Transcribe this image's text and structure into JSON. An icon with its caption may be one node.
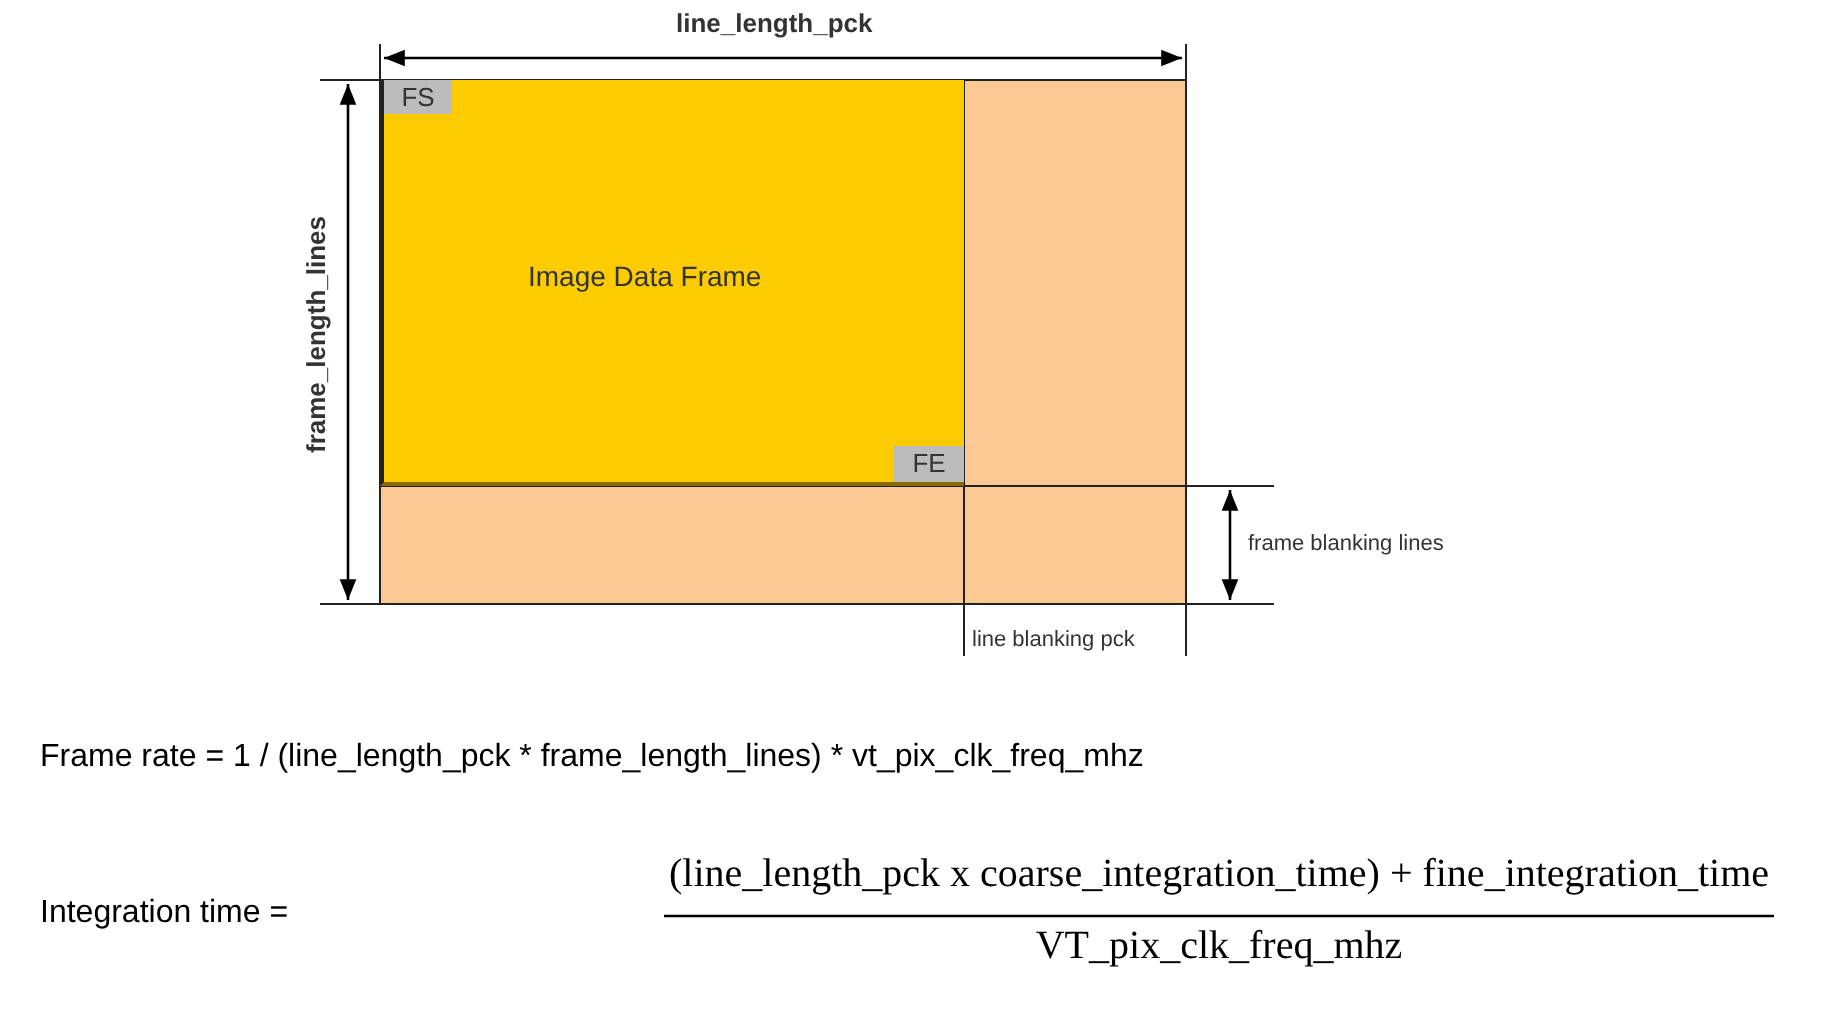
{
  "diagram": {
    "nodes": [
      {
        "text": [
          "Image Data Frame"
        ]
      },
      {
        "text": [
          "FS"
        ],
        "in": 0
      },
      {
        "text": [
          "FE"
        ],
        "in": 0
      }
    ],
    "labels": [
      "line_length_pck",
      "frame_length_lines",
      "frame blanking lines",
      "line blanking pck",
      "Frame rate = 1 / (line_length_pck * frame_length_lines) * vt_pix_clk_freq_mhz",
      "Integration time =",
      "(line_length_pck x coarse_integration_time) + fine_integration_time",
      "VT_pix_clk_freq_mhz"
    ]
  }
}
